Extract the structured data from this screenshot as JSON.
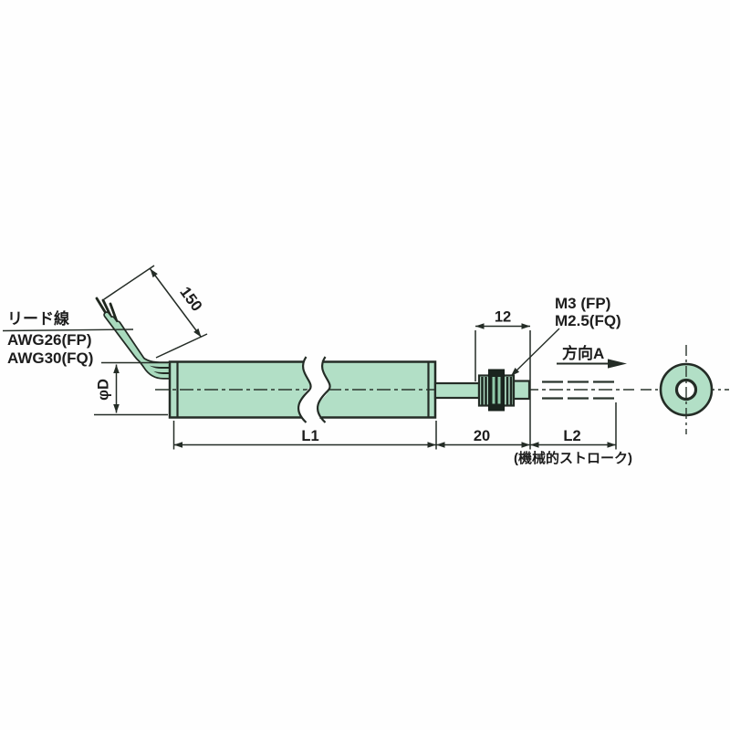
{
  "drawing": {
    "part_labels": {
      "lead_wire": "リード線",
      "lead_wire_spec_fp": "AWG26(FP)",
      "lead_wire_spec_fq": "AWG30(FQ)",
      "thread_spec_fp": "M3 (FP)",
      "thread_spec_fq": "M2.5(FQ)",
      "direction_label": "方向A",
      "stroke_note": "(機械的ストローク)"
    },
    "dimensions": {
      "lead_wire_length": "150",
      "body_diameter": "φD",
      "body_length": "L1",
      "thread_length": "12",
      "shaft_length": "20",
      "stroke_length": "L2"
    },
    "colors": {
      "part_fill": "#b2dfc6",
      "ink": "#242c26",
      "background": "#ffffff"
    }
  }
}
